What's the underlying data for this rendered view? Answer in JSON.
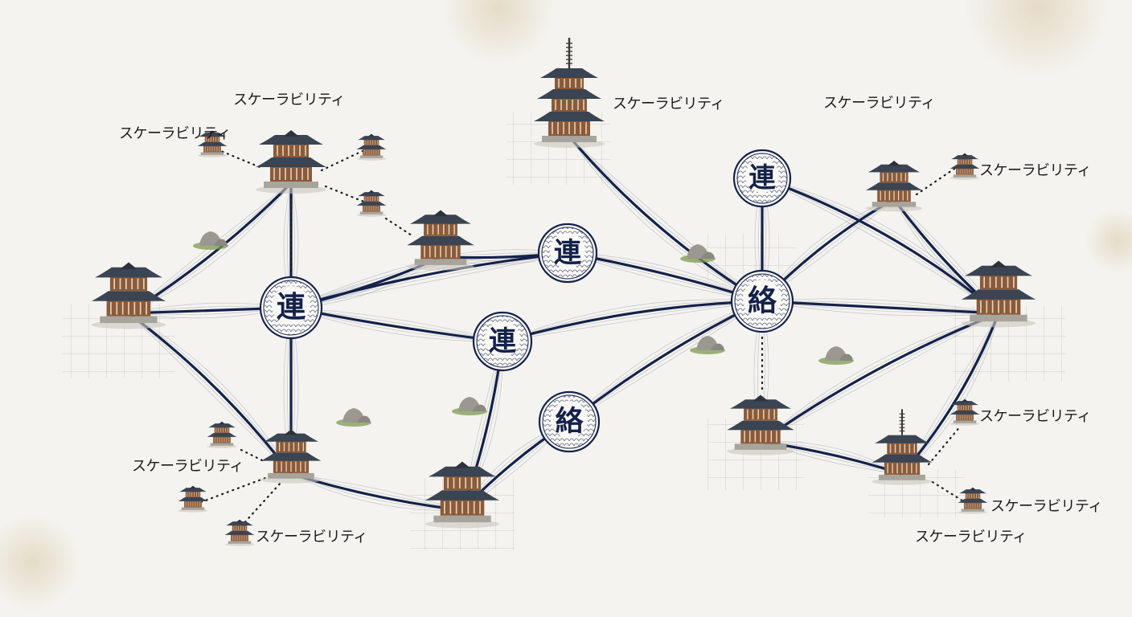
{
  "colors": {
    "paper": "#f4f3ef",
    "ink_navy": "#14214a",
    "roof": "#3a4452",
    "wood": "#8a5a3c",
    "stone": "#9a9890",
    "moss": "#7e9a4e",
    "grid": "#b8b6ae"
  },
  "hubs": {
    "ren": "連",
    "raku": "絡"
  },
  "labels": {
    "scalability": "スケーラビリティ"
  },
  "icons": [
    "pagoda-icon",
    "temple-icon",
    "mini-shrine-icon",
    "rock-icon",
    "wave-seal-icon"
  ]
}
